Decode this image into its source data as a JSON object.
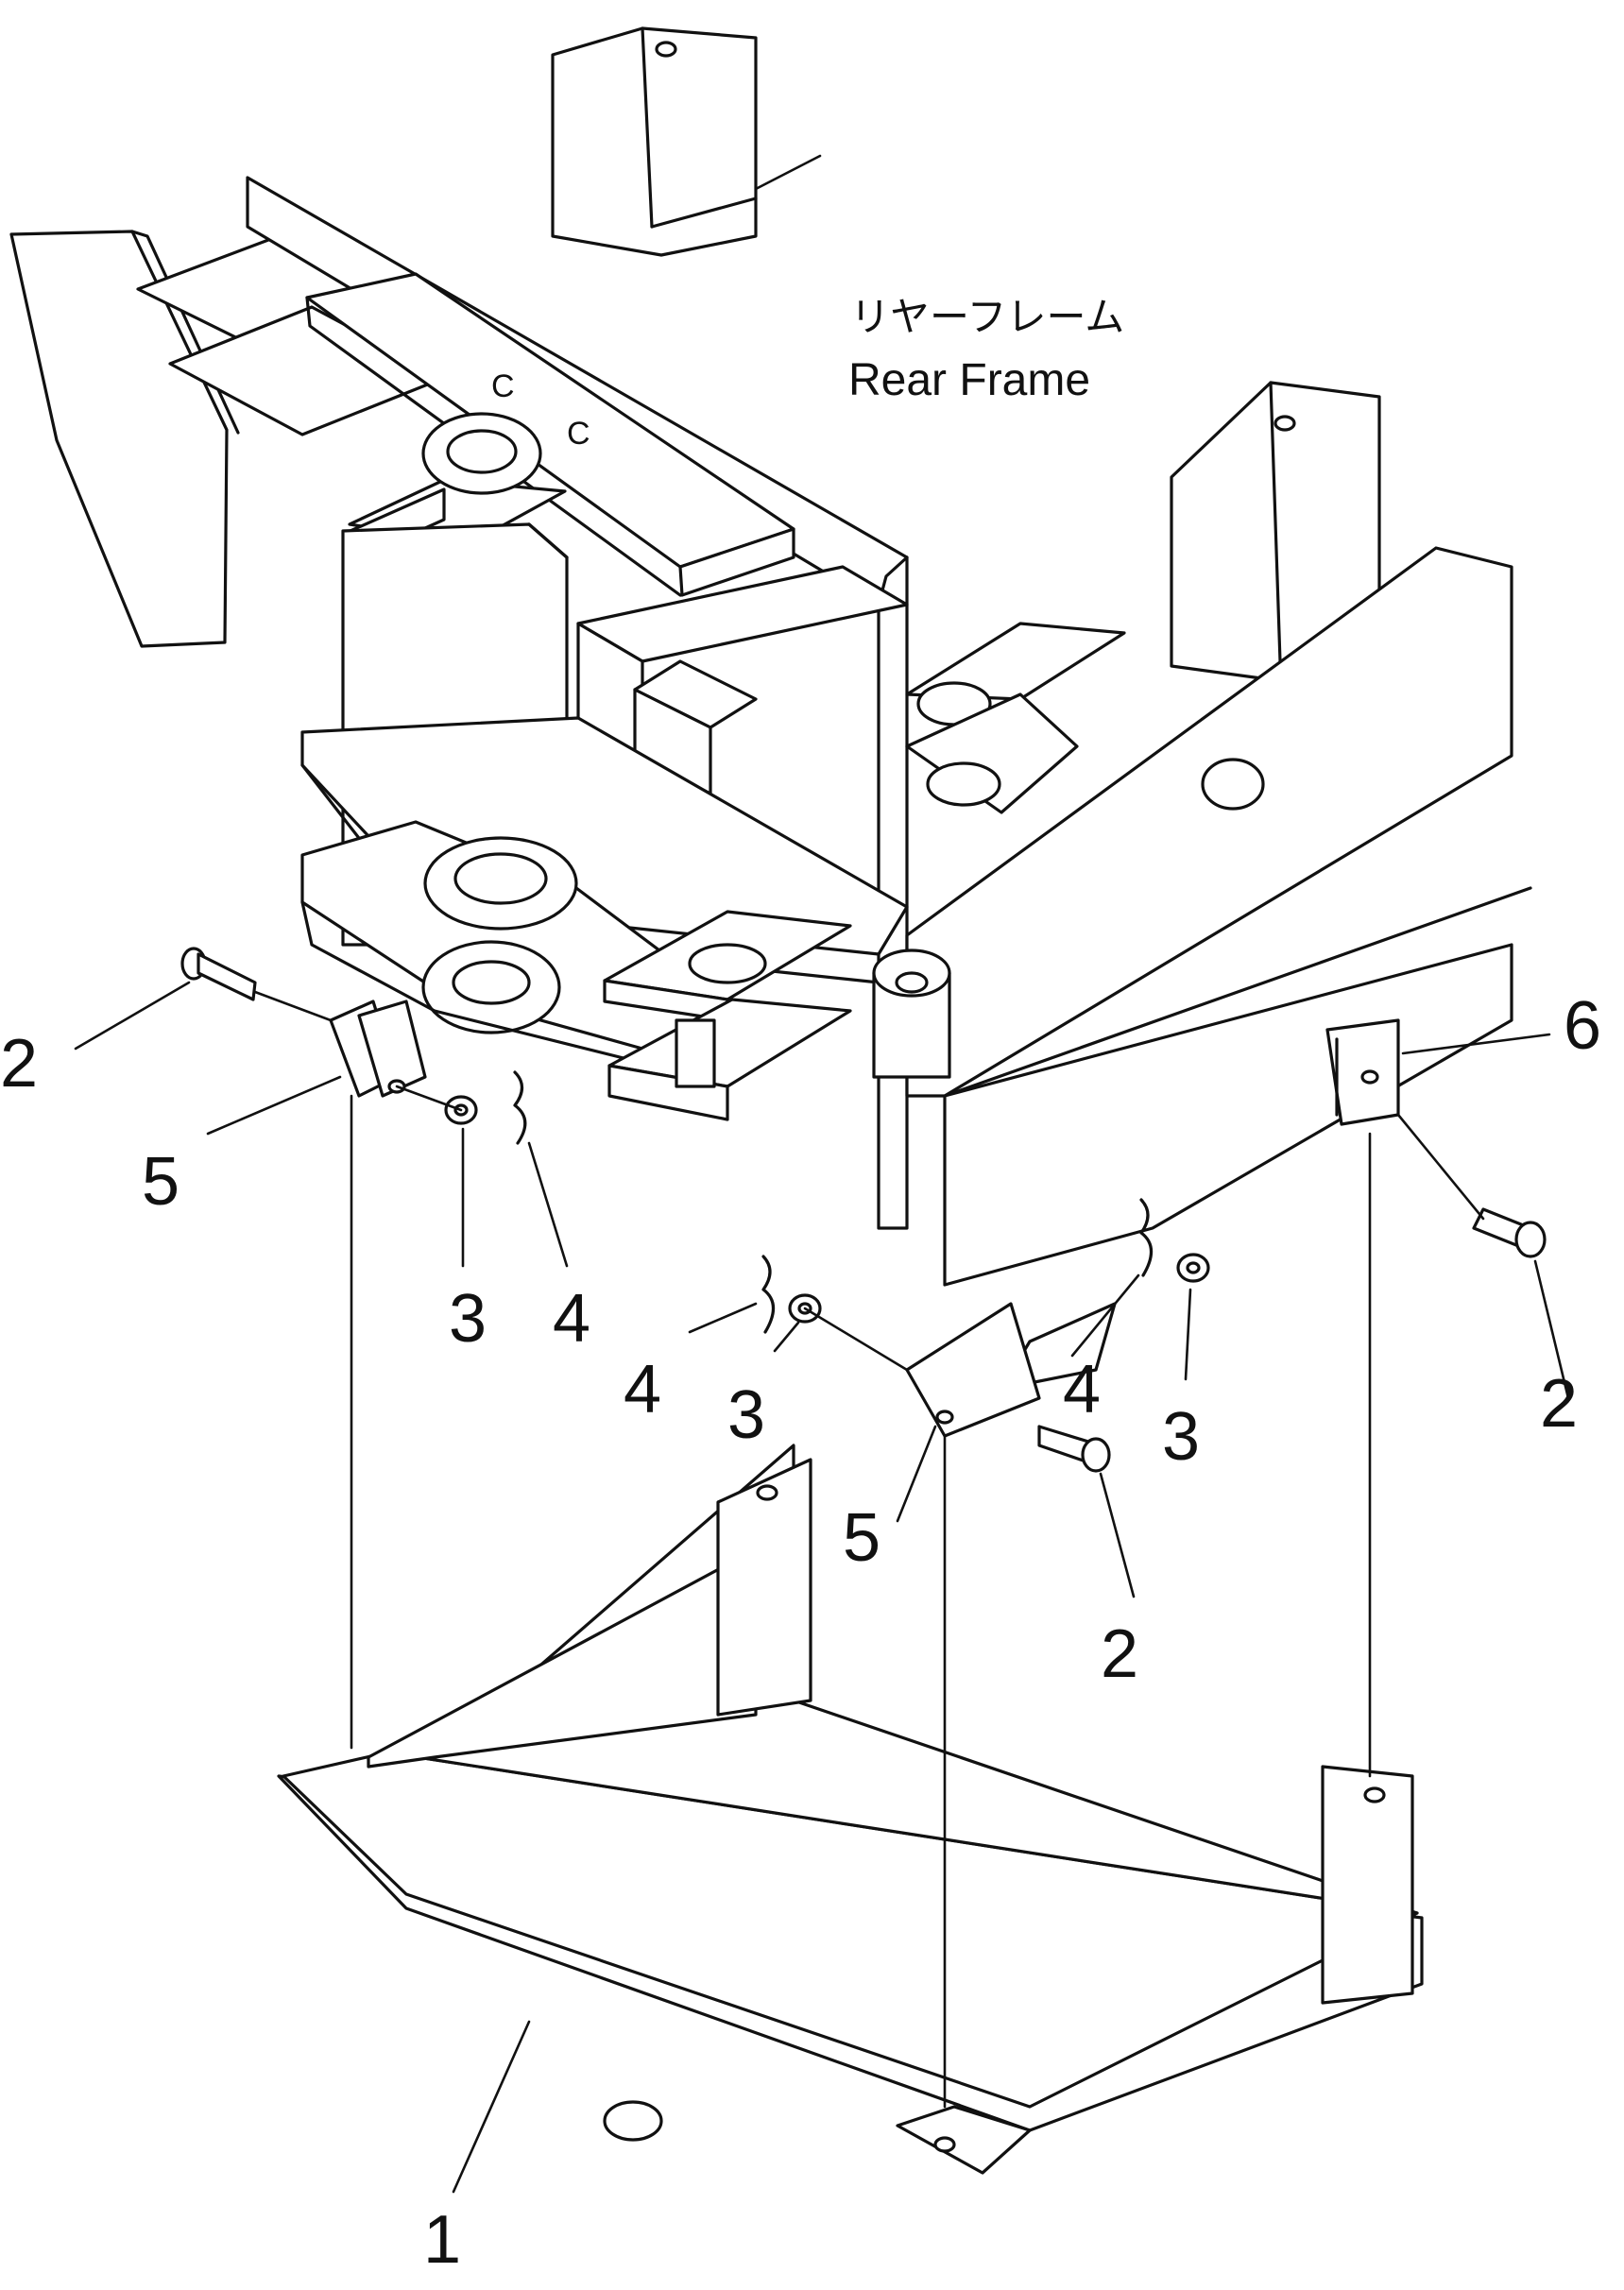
{
  "assembly": {
    "label_jp": "リヤーフレーム",
    "label_en": "Rear Frame"
  },
  "callouts": {
    "c1": "1",
    "c2a": "2",
    "c2b": "2",
    "c2c": "2",
    "c3a": "3",
    "c3b": "3",
    "c3c": "3",
    "c4a": "4",
    "c4b": "4",
    "c4c": "4",
    "c5a": "5",
    "c5b": "5",
    "c6": "6"
  },
  "colors": {
    "line": "#111111",
    "paper": "#ffffff"
  }
}
